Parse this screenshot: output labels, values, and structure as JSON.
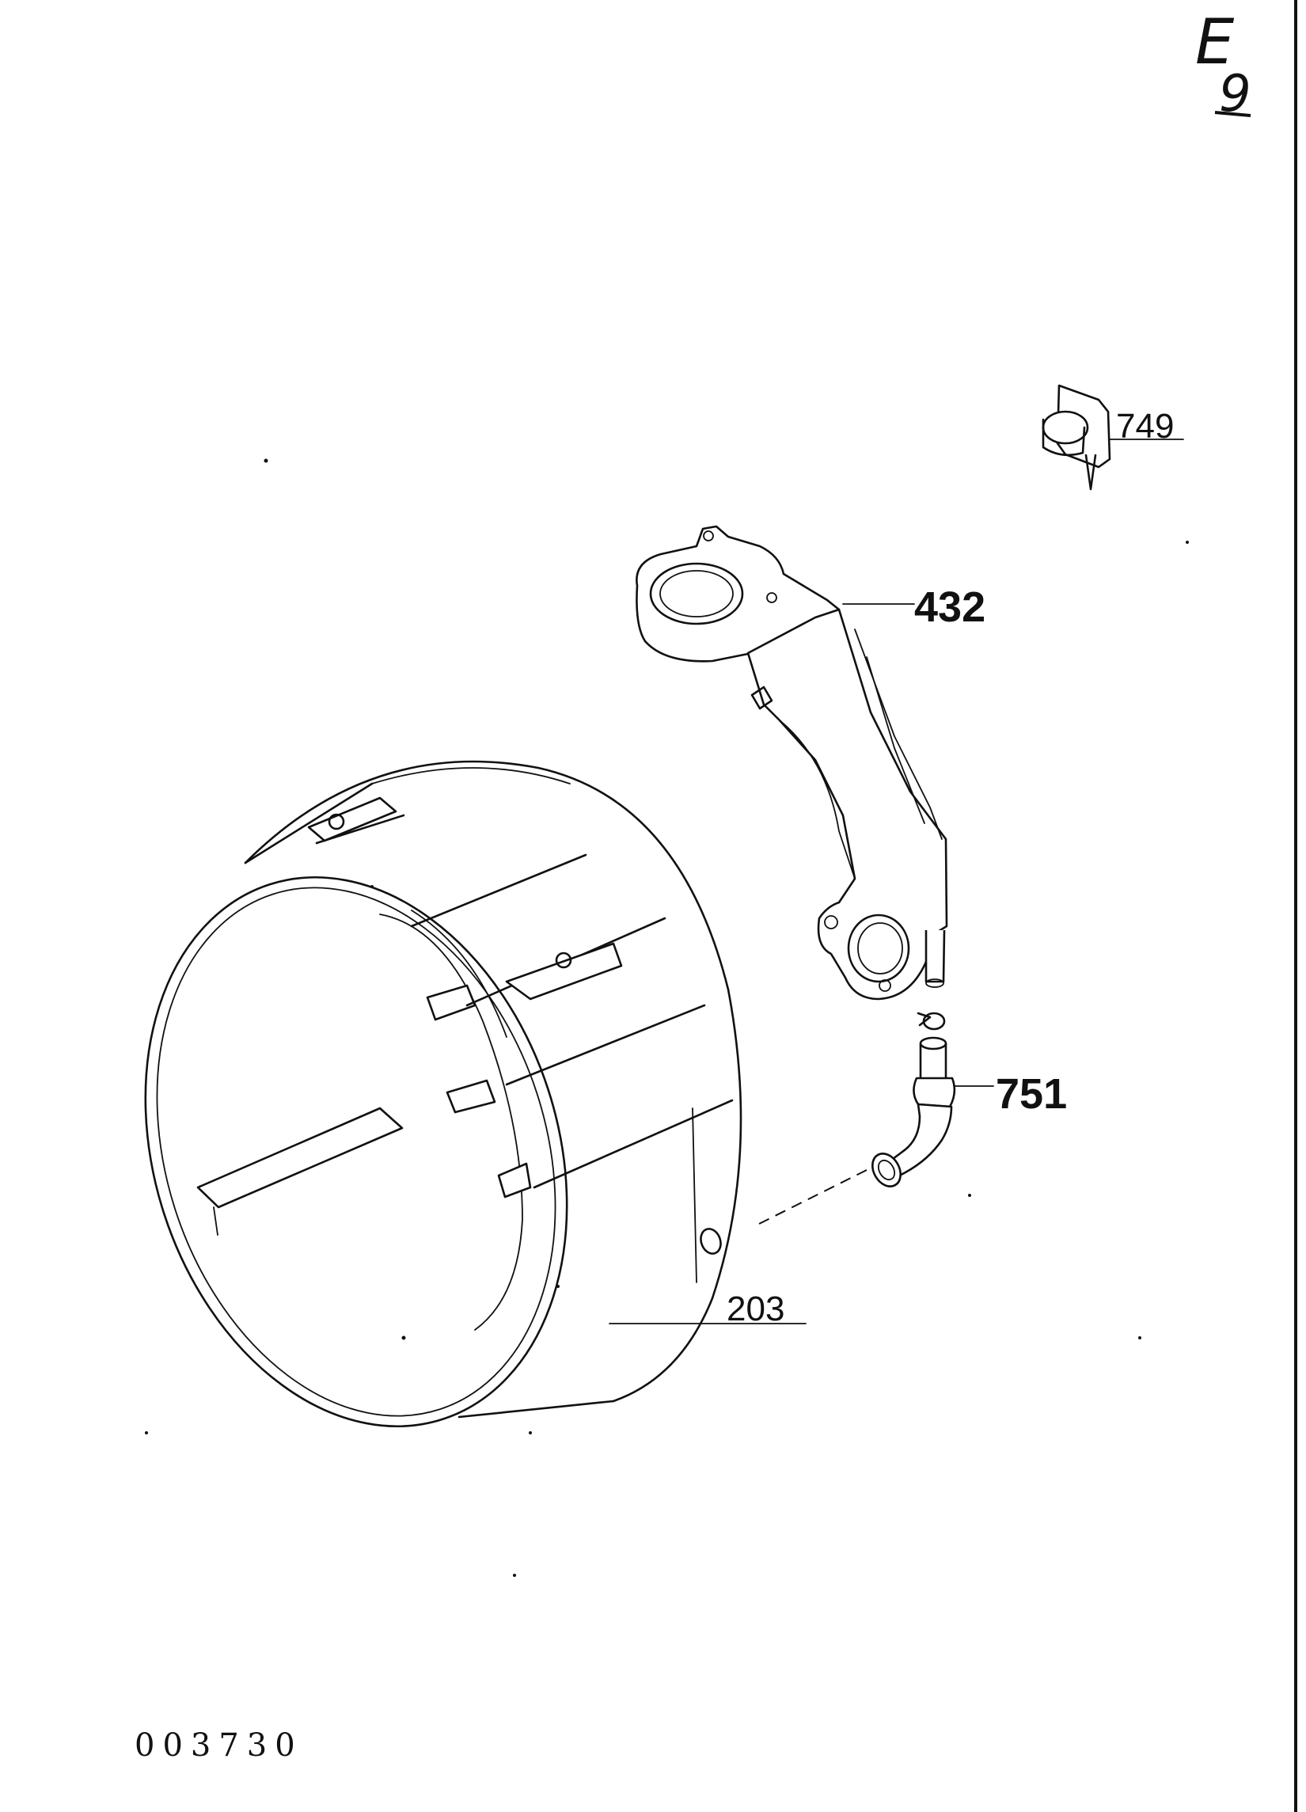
{
  "page_mark": {
    "letter": "E",
    "number": "9"
  },
  "parts": [
    {
      "id": "749",
      "label": "749"
    },
    {
      "id": "432",
      "label": "432"
    },
    {
      "id": "751",
      "label": "751"
    },
    {
      "id": "203",
      "label": "203"
    }
  ],
  "sheet_code": "003730",
  "colors": {
    "ink": "#111111",
    "paper": "#ffffff"
  }
}
